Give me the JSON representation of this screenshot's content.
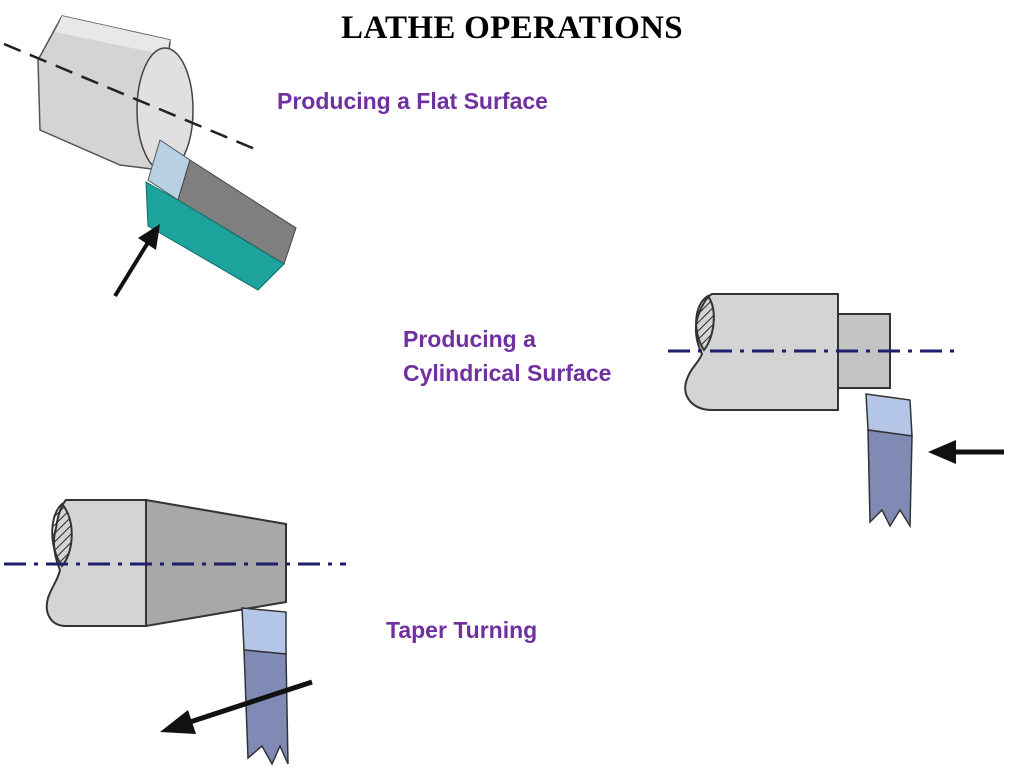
{
  "slide": {
    "title": "LATHE OPERATIONS"
  },
  "captions": {
    "flat_surface": "Producing a Flat Surface",
    "cylindrical_line1": "Producing a",
    "cylindrical_line2": "Cylindrical Surface",
    "taper_turning": "Taper Turning"
  },
  "colors": {
    "caption": "#7030a0",
    "workpiece": "#d9d9d9",
    "tool_body_flat": "#7f7f7f",
    "tool_side_flat": "#1ba39c",
    "tool_blue": "#7f8bb5",
    "tool_light_blue": "#b4c6e7",
    "centerline": "#1f1f6e"
  }
}
